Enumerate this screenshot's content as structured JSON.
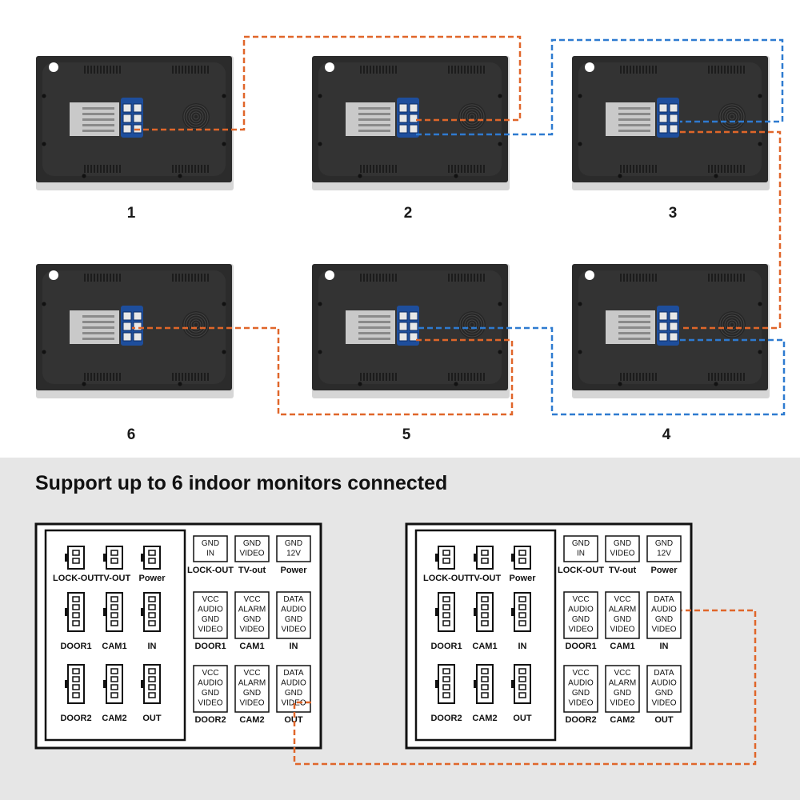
{
  "headline": "Support up to 6 indoor monitors connected",
  "monitor_labels": [
    "1",
    "2",
    "3",
    "4",
    "5",
    "6"
  ],
  "colors": {
    "orange_wire": "#e0662a",
    "blue_wire": "#2e7bd0",
    "panel_bg": "#e6e6e6",
    "monitor_body": "#2b2b2b"
  },
  "panel": {
    "left_group": {
      "row1": [
        "LOCK-OUT",
        "TV-OUT",
        "Power"
      ],
      "row2": [
        "DOOR1",
        "CAM1",
        "IN"
      ],
      "row3": [
        "DOOR2",
        "CAM2",
        "OUT"
      ]
    },
    "terminals": {
      "row1": [
        {
          "lines": [
            "GND",
            "IN"
          ],
          "label": "LOCK-OUT"
        },
        {
          "lines": [
            "GND",
            "VIDEO"
          ],
          "label": "TV-out"
        },
        {
          "lines": [
            "GND",
            "12V"
          ],
          "label": "Power"
        }
      ],
      "row2": [
        {
          "lines": [
            "VCC",
            "AUDIO",
            "GND",
            "VIDEO"
          ],
          "label": "DOOR1"
        },
        {
          "lines": [
            "VCC",
            "ALARM",
            "GND",
            "VIDEO"
          ],
          "label": "CAM1"
        },
        {
          "lines": [
            "DATA",
            "AUDIO",
            "GND",
            "VIDEO"
          ],
          "label": "IN"
        }
      ],
      "row3": [
        {
          "lines": [
            "VCC",
            "AUDIO",
            "GND",
            "VIDEO"
          ],
          "label": "DOOR2"
        },
        {
          "lines": [
            "VCC",
            "ALARM",
            "GND",
            "VIDEO"
          ],
          "label": "CAM2"
        },
        {
          "lines": [
            "DATA",
            "AUDIO",
            "GND",
            "VIDEO"
          ],
          "label": "OUT"
        }
      ]
    }
  }
}
